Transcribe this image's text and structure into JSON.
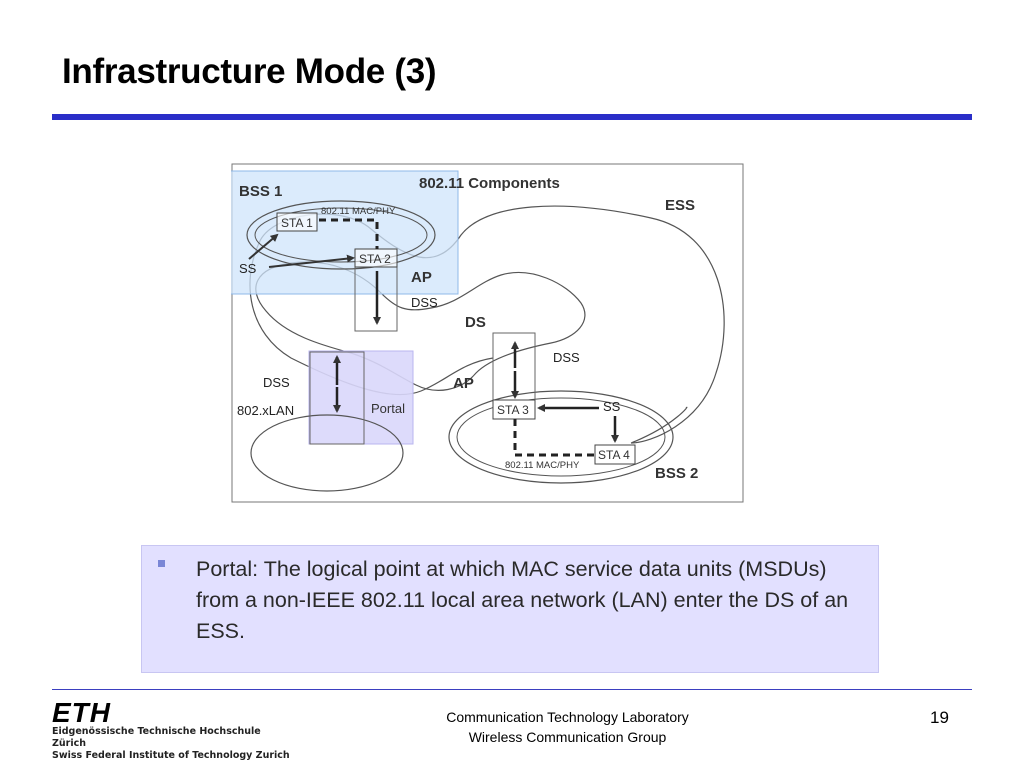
{
  "slide": {
    "title": "Infrastructure Mode (3)",
    "page_number": "19"
  },
  "diagram": {
    "title": "802.11 Components",
    "labels": {
      "bss1": "BSS 1",
      "bss2": "BSS 2",
      "ess": "ESS",
      "ds": "DS",
      "ap_top": "AP",
      "ap_bottom": "AP",
      "sta1": "STA 1",
      "sta2": "STA 2",
      "sta3": "STA 3",
      "sta4": "STA 4",
      "mac_phy_top": "802.11 MAC/PHY",
      "mac_phy_bottom": "802.11 MAC/PHY",
      "ss_top": "SS",
      "ss_bottom": "SS",
      "dss_top": "DSS",
      "dss_mid": "DSS",
      "dss_left": "DSS",
      "xlan": "802.xLAN",
      "portal": "Portal"
    },
    "colors": {
      "bss1_highlight": "#cfe4fb",
      "portal_highlight": "#d9d7fb",
      "lines": "#444444"
    }
  },
  "note": {
    "text": "Portal: The logical point at which MAC service data units (MSDUs) from a non-IEEE 802.11 local area network (LAN) enter the DS of an ESS.",
    "background": "#e2e0ff"
  },
  "footer": {
    "logo_mark": "ETH",
    "logo_line1": "Eidgenössische Technische Hochschule Zürich",
    "logo_line2": "Swiss Federal Institute of Technology Zurich",
    "lab_line1": "Communication Technology Laboratory",
    "lab_line2": "Wireless Communication Group"
  },
  "colors": {
    "accent_rule": "#2a2ec8"
  }
}
